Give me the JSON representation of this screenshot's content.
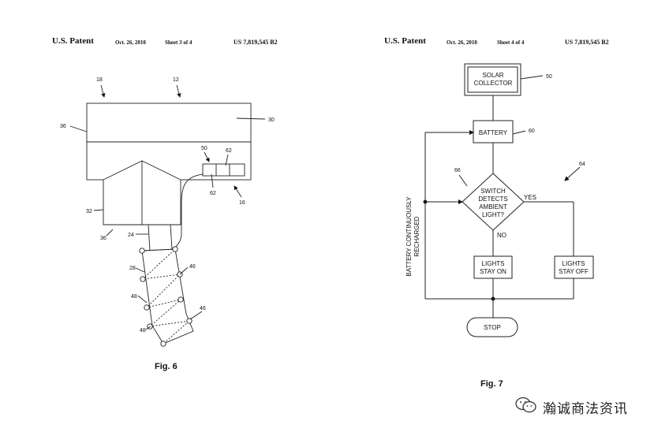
{
  "sheet3": {
    "patent_label": "U.S. Patent",
    "date": "Oct. 26, 2010",
    "sheet": "Sheet 3 of 4",
    "number": "US 7,819,545 B2",
    "figure": "Fig. 6",
    "refs": {
      "r18": "18",
      "r12": "12",
      "r36a": "36",
      "r30": "30",
      "r50": "50",
      "r62a": "62",
      "r62b": "62",
      "r16": "16",
      "r32": "32",
      "r36b": "36",
      "r24": "24",
      "r28": "28",
      "r46a": "46",
      "r48a": "48",
      "r46b": "46",
      "r48b": "48"
    }
  },
  "sheet4": {
    "patent_label": "U.S. Patent",
    "date": "Oct. 26, 2010",
    "sheet": "Sheet 4 of 4",
    "number": "US 7,819,545 B2",
    "figure": "Fig. 7",
    "solar_l1": "SOLAR",
    "solar_l2": "COLLECTOR",
    "battery": "BATTERY",
    "switch_l1": "SWITCH",
    "switch_l2": "DETECTS",
    "switch_l3": "AMBIENT",
    "switch_l4": "LIGHT?",
    "yes": "YES",
    "no": "NO",
    "on_l1": "LIGHTS",
    "on_l2": "STAY ON",
    "off_l1": "LIGHTS",
    "off_l2": "STAY OFF",
    "stop": "STOP",
    "side_l1": "BATTERY CONTINUOUSLY",
    "side_l2": "RECHARGED",
    "refs": {
      "r50": "50",
      "r60": "60",
      "r66": "66",
      "r64": "64"
    }
  },
  "watermark": {
    "text": "瀚诚商法资讯",
    "icon": "wechat-icon"
  }
}
